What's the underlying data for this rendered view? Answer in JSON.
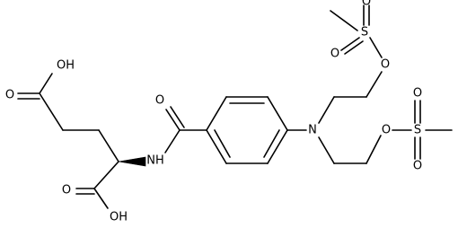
{
  "molecule": {
    "atoms": {
      "oh_top": "OH",
      "o_carbonyl_top": "O",
      "nh": "NH",
      "o_amide": "O",
      "o_carbonyl_bottom": "O",
      "oh_bottom": "OH",
      "n_amine": "N",
      "o_ester_1": "O",
      "s_1": "S",
      "o_s1_a": "O",
      "o_s1_b": "O",
      "o_ester_2": "O",
      "s_2": "S",
      "o_s2_a": "O",
      "o_s2_b": "O"
    }
  }
}
